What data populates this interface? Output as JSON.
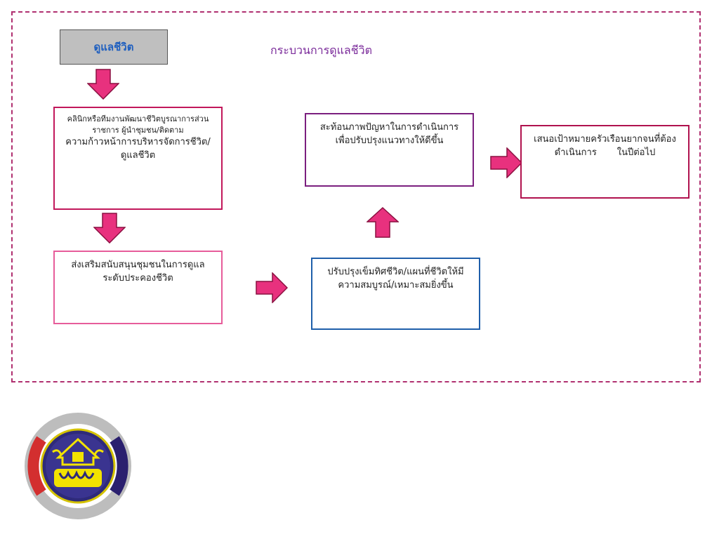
{
  "diagram": {
    "start_label": "ดูแลชีวิต",
    "heading": "กระบวนการดูแลชีวิต",
    "box1": {
      "line1": "คลินิกหรือทีมงานพัฒนาชีวิตบูรณาการส่วน",
      "line2": "ราชการ ผู้นำชุมชน/ติดตาม",
      "line3": "ความก้าวหน้าการบริหารจัดการชีวิต/",
      "line4": "ดูแลชีวิต"
    },
    "box2": {
      "line1": "ส่งเสริมสนับสนุนชุมชนในการดูแล",
      "line2": "ระดับประคองชีวิต"
    },
    "box3": {
      "line1": "ปรับปรุงเข็มทิศชีวิต/แผนที่ชีวิตให้มี",
      "line2": "ความสมบูรณ์/เหมาะสมยิ่งขึ้น"
    },
    "box4": {
      "line1": "สะท้อนภาพปัญหาในการดำเนินการ",
      "line2": "เพื่อปรับปรุงแนวทางให้ดีขึ้น"
    },
    "box5": {
      "line1": "เสนอเป้าหมายครัวเรือนยากจนที่ต้อง",
      "line2": "ดำเนินการ       ในปีต่อไป"
    }
  },
  "colors": {
    "frame": "#b03070",
    "arrow": "#e8317e",
    "heading": "#7a2a9a",
    "title_text": "#1f5fbf"
  },
  "logo": {
    "icon": "emblem-logo"
  }
}
